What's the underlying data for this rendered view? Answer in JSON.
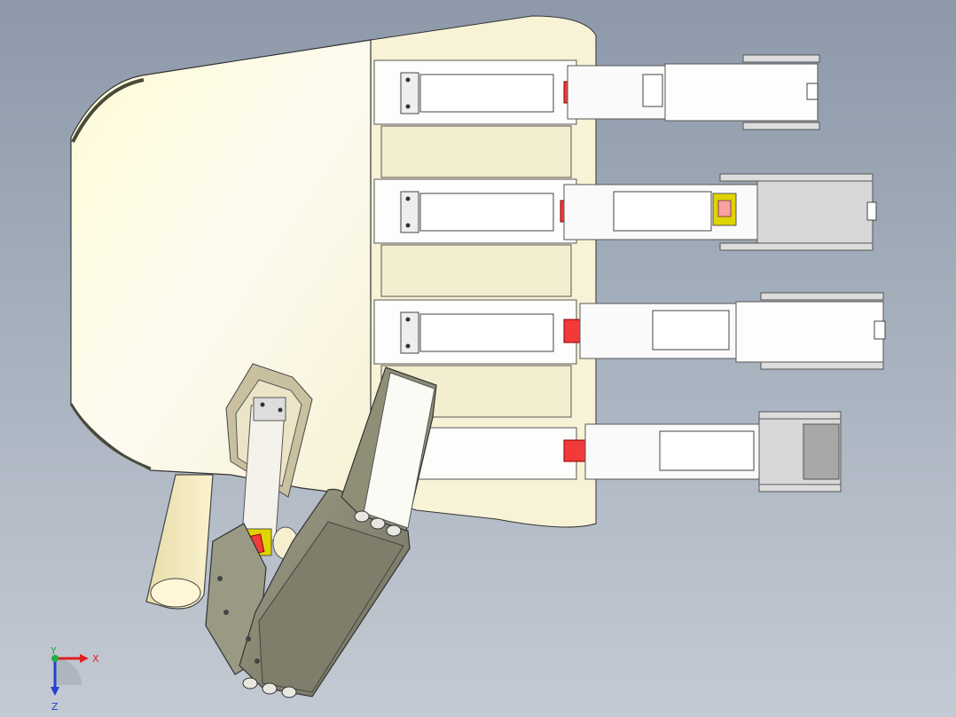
{
  "viewport": {
    "background_top": "#8d99a9",
    "background_bottom": "#c4cad3"
  },
  "model": {
    "palm_color": "#fbf8e2",
    "finger_color": "#fdfdfb",
    "thumb_shell_color": "#8a8a72",
    "actuator_color": "#f23a3a",
    "bearing_color": "#e0d400",
    "outline_color": "#2a2a2a"
  },
  "triad": {
    "x_label": "X",
    "y_label": "Y",
    "z_label": "Z",
    "x_color": "#e02020",
    "y_color": "#20b040",
    "z_color": "#2040d0"
  }
}
